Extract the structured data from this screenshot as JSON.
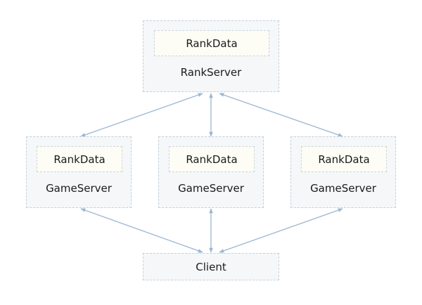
{
  "colors": {
    "arrow": "#9bb6d1",
    "node_fill": "#f5f7f9",
    "node_border": "#c3d1dc",
    "inner_fill": "#fdfdf5"
  },
  "rank_server": {
    "data_label": "RankData",
    "label": "RankServer"
  },
  "game_servers": [
    {
      "data_label": "RankData",
      "label": "GameServer"
    },
    {
      "data_label": "RankData",
      "label": "GameServer"
    },
    {
      "data_label": "RankData",
      "label": "GameServer"
    }
  ],
  "client": {
    "label": "Client"
  }
}
